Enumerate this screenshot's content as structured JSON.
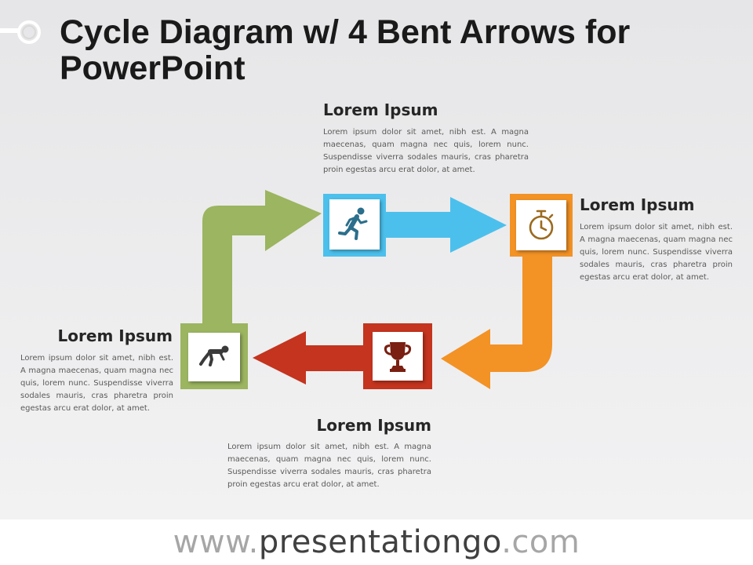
{
  "title": "Cycle Diagram w/ 4 Bent Arrows for PowerPoint",
  "colors": {
    "green": "#9bb560",
    "blue": "#4cc0ec",
    "orange": "#f39225",
    "red": "#c4341e",
    "icon_dark": "#404040"
  },
  "blocks": [
    {
      "heading": "Lorem Ipsum",
      "text": "Lorem ipsum dolor sit amet, nibh est. A magna maecenas, quam magna nec quis, lorem nunc. Suspendisse viverra sodales mauris, cras pharetra proin egestas arcu erat dolor, at amet.",
      "icon": "runner-icon",
      "color": "#4cc0ec"
    },
    {
      "heading": "Lorem Ipsum",
      "text": "Lorem ipsum dolor sit amet, nibh est. A magna maecenas, quam magna nec quis, lorem nunc. Suspendisse viverra sodales mauris, cras pharetra proin egestas arcu erat dolor, at amet.",
      "icon": "stopwatch-icon",
      "color": "#f39225"
    },
    {
      "heading": "Lorem Ipsum",
      "text": "Lorem ipsum dolor sit amet, nibh est. A magna maecenas, quam magna nec quis, lorem nunc. Suspendisse viverra sodales mauris, cras pharetra proin egestas arcu erat dolor, at amet.",
      "icon": "trophy-icon",
      "color": "#c4341e"
    },
    {
      "heading": "Lorem Ipsum",
      "text": "Lorem ipsum dolor sit amet, nibh est. A magna maecenas, quam magna nec quis, lorem nunc. Suspendisse viverra sodales mauris, cras pharetra proin egestas arcu erat dolor, at amet.",
      "icon": "sprinter-start-icon",
      "color": "#9bb560"
    }
  ],
  "footer": {
    "prefix": "www.",
    "brand": "presentationgo",
    "suffix": ".com"
  }
}
